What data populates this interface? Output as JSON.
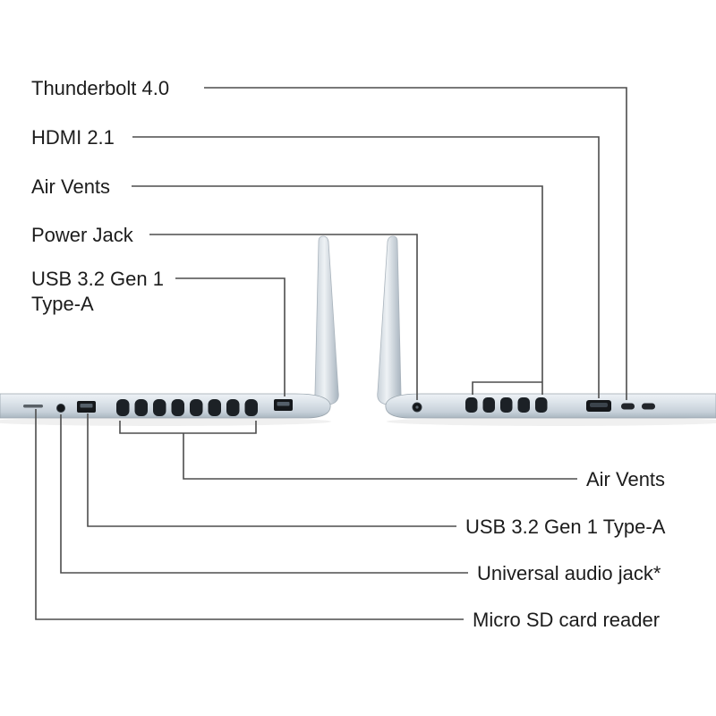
{
  "labels": {
    "left": [
      {
        "text": "Thunderbolt 4.0"
      },
      {
        "text": "HDMI 2.1"
      },
      {
        "text": "Air Vents"
      },
      {
        "text": "Power Jack"
      },
      {
        "text": "USB 3.2 Gen 1 Type-A"
      }
    ],
    "bottom": [
      {
        "text": "Air Vents"
      },
      {
        "text": "USB 3.2 Gen 1 Type-A"
      },
      {
        "text": "Universal audio jack*"
      },
      {
        "text": "Micro SD card reader"
      }
    ]
  },
  "ports": {
    "left_laptop": [
      "micro-sd-card-slot",
      "universal-audio-jack",
      "usb-a-port",
      "air-vents",
      "usb-a-port"
    ],
    "right_laptop": [
      "power-jack",
      "air-vents",
      "hdmi-port",
      "thunderbolt-usb-c-port",
      "usb-c-port"
    ]
  },
  "colors": {
    "background": "#ffffff",
    "text": "#1c1c1c",
    "leader_line": "#4d4d4d",
    "laptop_body_light": "#eef2f6",
    "laptop_body_dark": "#aab6c0",
    "port_dark": "#15181b"
  }
}
